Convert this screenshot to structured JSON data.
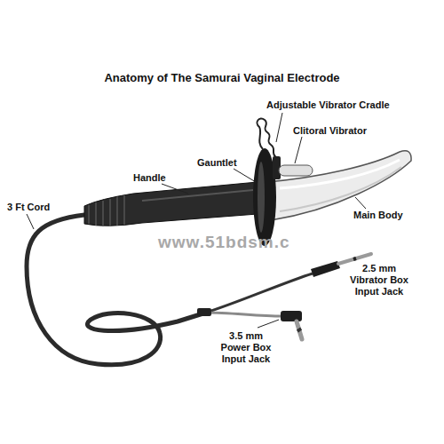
{
  "diagram": {
    "title": "Anatomy of The Samurai Vaginal Electrode",
    "labels": [
      "Adjustable Vibrator Cradle",
      "Clitoral Vibrator",
      "Gauntlet",
      "Handle",
      "3 Ft Cord",
      "Main Body",
      "2.5 mm Vibrator Box Input Jack",
      "3.5 mm Power Box Input Jack",
      "www.51bdsm.c"
    ]
  }
}
